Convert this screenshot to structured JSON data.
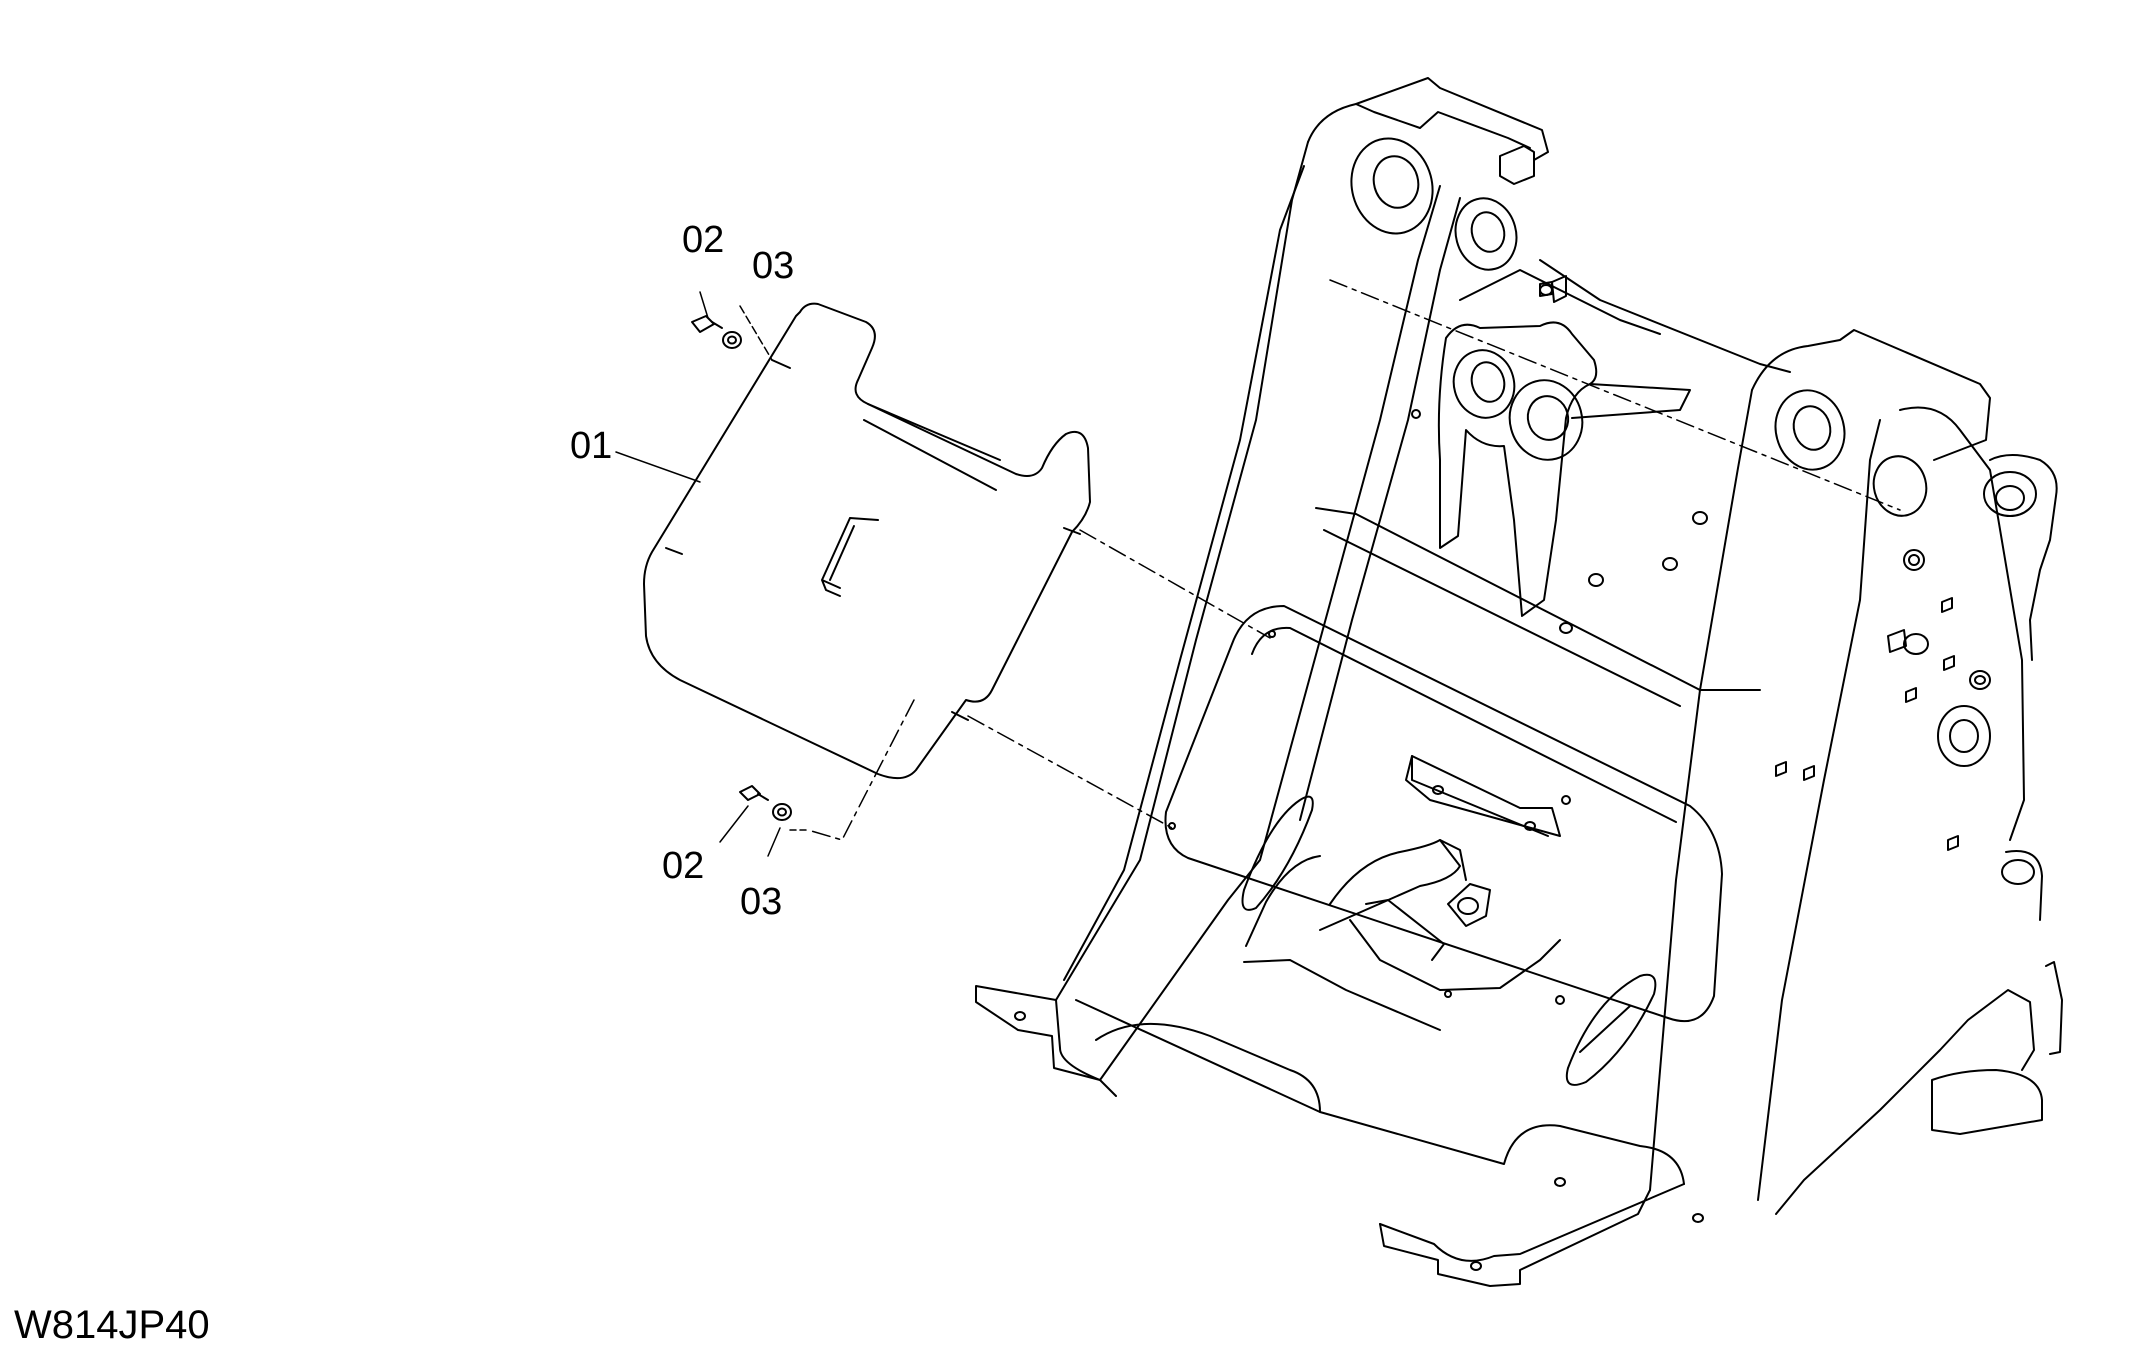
{
  "drawing_code": "W814JP40",
  "callouts": {
    "plate": "01",
    "bolt_upper": "02",
    "washer_upper": "03",
    "bolt_lower": "02",
    "washer_lower": "03"
  },
  "colors": {
    "line": "#000000",
    "background": "#ffffff"
  }
}
